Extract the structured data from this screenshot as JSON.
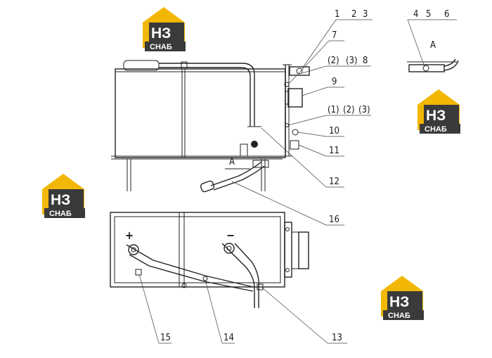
{
  "callouts": {
    "c1": "1",
    "c2": "2",
    "c3": "3",
    "c4": "4",
    "c5": "5",
    "c6": "6",
    "c7": "7",
    "c2b": "(2)",
    "c3b": "(3)",
    "c8": "8",
    "c9": "9",
    "c1c": "(1)",
    "c2c": "(2)",
    "c3c": "(3)",
    "c10": "10",
    "c11": "11",
    "c12": "12",
    "c16": "16",
    "c13": "13",
    "c14": "14",
    "c15": "15"
  },
  "view_label": "A",
  "view_marker": "A",
  "terminals": {
    "plus": "+",
    "minus": "−"
  },
  "logo": {
    "letters": "НЗ",
    "word": "СНАБ"
  },
  "colors": {
    "logo_yellow": "#f2b705",
    "logo_dark": "#3a3a3a"
  }
}
